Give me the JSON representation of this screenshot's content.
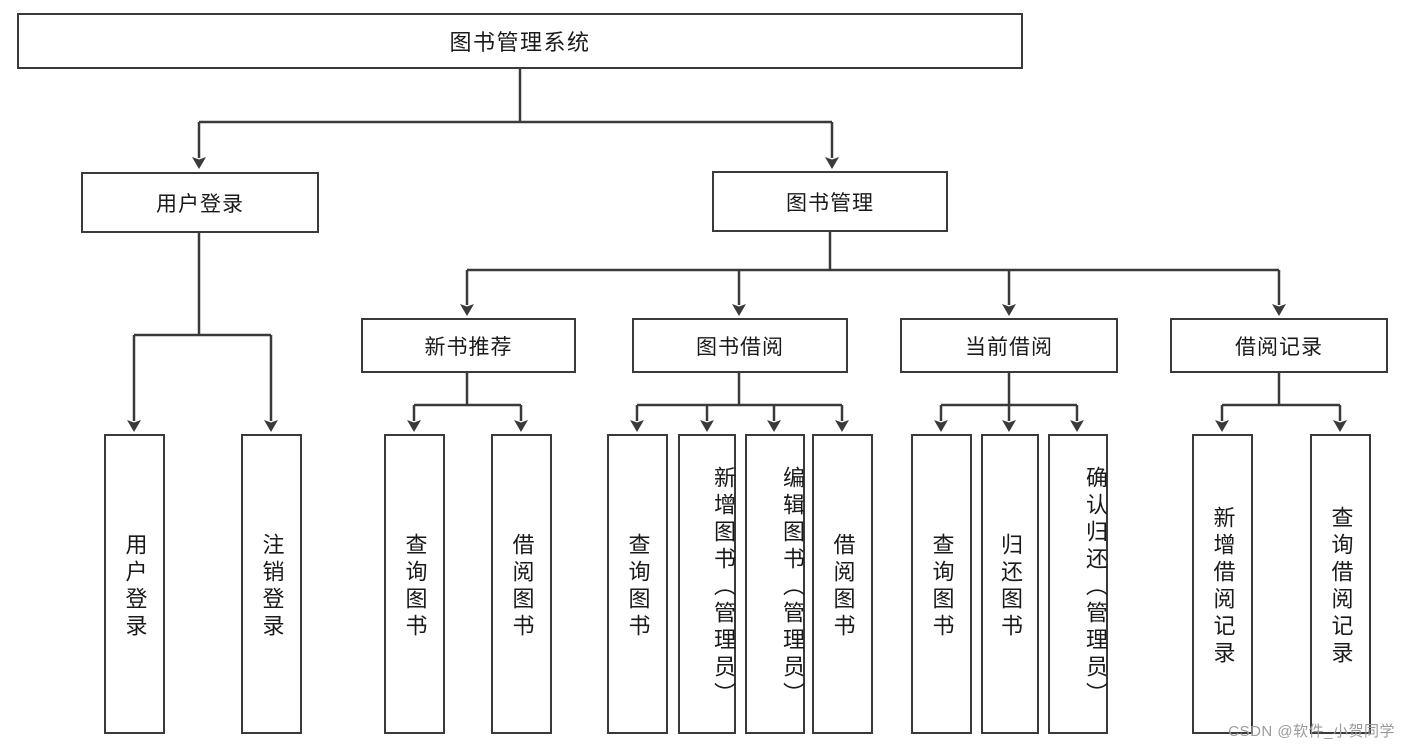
{
  "diagram": {
    "title": "图书管理系统",
    "type": "tree-hierarchy",
    "root": {
      "label": "图书管理系统"
    },
    "level1": [
      {
        "label": "用户登录"
      },
      {
        "label": "图书管理"
      }
    ],
    "level2": [
      {
        "label": "新书推荐"
      },
      {
        "label": "图书借阅"
      },
      {
        "label": "当前借阅"
      },
      {
        "label": "借阅记录"
      }
    ],
    "leaves": {
      "user_login": [
        {
          "label": "用户登录"
        },
        {
          "label": "注销登录"
        }
      ],
      "new_book_recommend": [
        {
          "label": "查询图书"
        },
        {
          "label": "借阅图书"
        }
      ],
      "book_borrow": [
        {
          "label": "查询图书"
        },
        {
          "label": "新增图书（管理员）"
        },
        {
          "label": "编辑图书（管理员）"
        },
        {
          "label": "借阅图书"
        }
      ],
      "current_borrow": [
        {
          "label": "查询图书"
        },
        {
          "label": "归还图书"
        },
        {
          "label": "确认归还（管理员）"
        }
      ],
      "borrow_record": [
        {
          "label": "新增借阅记录"
        },
        {
          "label": "查询借阅记录"
        }
      ]
    }
  },
  "watermark": {
    "text": "CSDN @软件_小贺同学"
  },
  "colors": {
    "stroke": "#3a3a3a",
    "text": "#1a1a1a",
    "background": "#ffffff",
    "watermark": "#9a9a9a"
  }
}
